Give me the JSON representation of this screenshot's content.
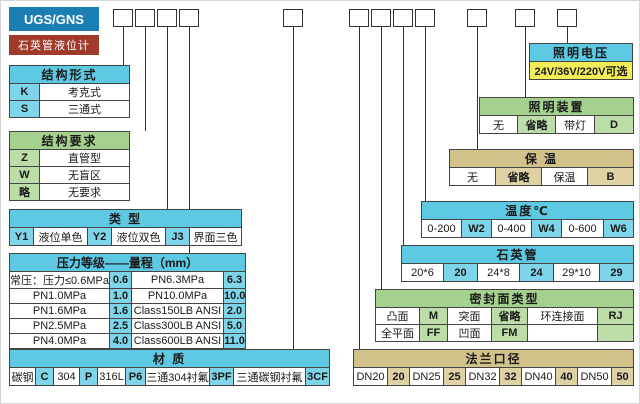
{
  "brand": {
    "series": "UGS/GNS",
    "product": "石英管液位计"
  },
  "colors": {
    "brand_blue": "#1b7fb4",
    "brand_maroon": "#a03a2a",
    "accent_blue": "#5ec9e2",
    "accent_green": "#a5d18e",
    "accent_tan": "#d1c28a",
    "accent_yellow": "#f3ee57",
    "code_red": "#d3281e"
  },
  "tables": {
    "structure_form": {
      "title": "结构形式",
      "rows": [
        [
          "K",
          "考克式"
        ],
        [
          "S",
          "三通式"
        ]
      ]
    },
    "structure_req": {
      "title": "结构要求",
      "rows": [
        [
          "Z",
          "直管型"
        ],
        [
          "W",
          "无盲区"
        ],
        [
          "略",
          "无要求"
        ]
      ]
    },
    "type": {
      "title": "类  型",
      "cells": [
        "Y1",
        "液位单色",
        "Y2",
        "液位双色",
        "J3",
        "界面三色"
      ]
    },
    "pressure": {
      "title": "压力等级——量程（mm）",
      "rows": [
        [
          "常压：压力≤0.6MPa",
          "0.6",
          "PN6.3MPa",
          "6.3"
        ],
        [
          "PN1.0MPa",
          "1.0",
          "PN10.0MPa",
          "10.0"
        ],
        [
          "PN1.6MPa",
          "1.6",
          "Class150LB ANSI",
          "2.0"
        ],
        [
          "PN2.5MPa",
          "2.5",
          "Class300LB ANSI",
          "5.0"
        ],
        [
          "PN4.0MPa",
          "4.0",
          "Class600LB ANSI",
          "11.0"
        ]
      ]
    },
    "material": {
      "title": "材  质",
      "cells": [
        "碳钢",
        "C",
        "304",
        "P",
        "316L",
        "P6",
        "三通304衬氟",
        "3PF",
        "三通碳钢衬氟",
        "3CF"
      ]
    },
    "lighting_voltage": {
      "title": "照明电压",
      "value": "24V/36V/220V可选"
    },
    "lighting_device": {
      "title": "照明装置",
      "cells": [
        "无",
        "省略",
        "带灯",
        "D"
      ]
    },
    "insulation": {
      "title": "保  温",
      "cells": [
        "无",
        "省略",
        "保温",
        "B"
      ]
    },
    "temperature": {
      "title": "温度℃",
      "cells": [
        "0-200",
        "W2",
        "0-400",
        "W4",
        "0-600",
        "W6"
      ]
    },
    "quartz_tube": {
      "title": "石英管",
      "cells": [
        "20*6",
        "20",
        "24*8",
        "24",
        "29*10",
        "29"
      ]
    },
    "seal_face": {
      "title": "密封面类型",
      "rows": [
        [
          "凸面",
          "M",
          "突面",
          "省略",
          "环连接面",
          "RJ"
        ],
        [
          "全平面",
          "FF",
          "凹面",
          "FM",
          "",
          ""
        ]
      ]
    },
    "flange": {
      "title": "法兰口径",
      "cells": [
        "DN20",
        "20",
        "DN25",
        "25",
        "DN32",
        "32",
        "DN40",
        "40",
        "DN50",
        "50"
      ]
    }
  }
}
